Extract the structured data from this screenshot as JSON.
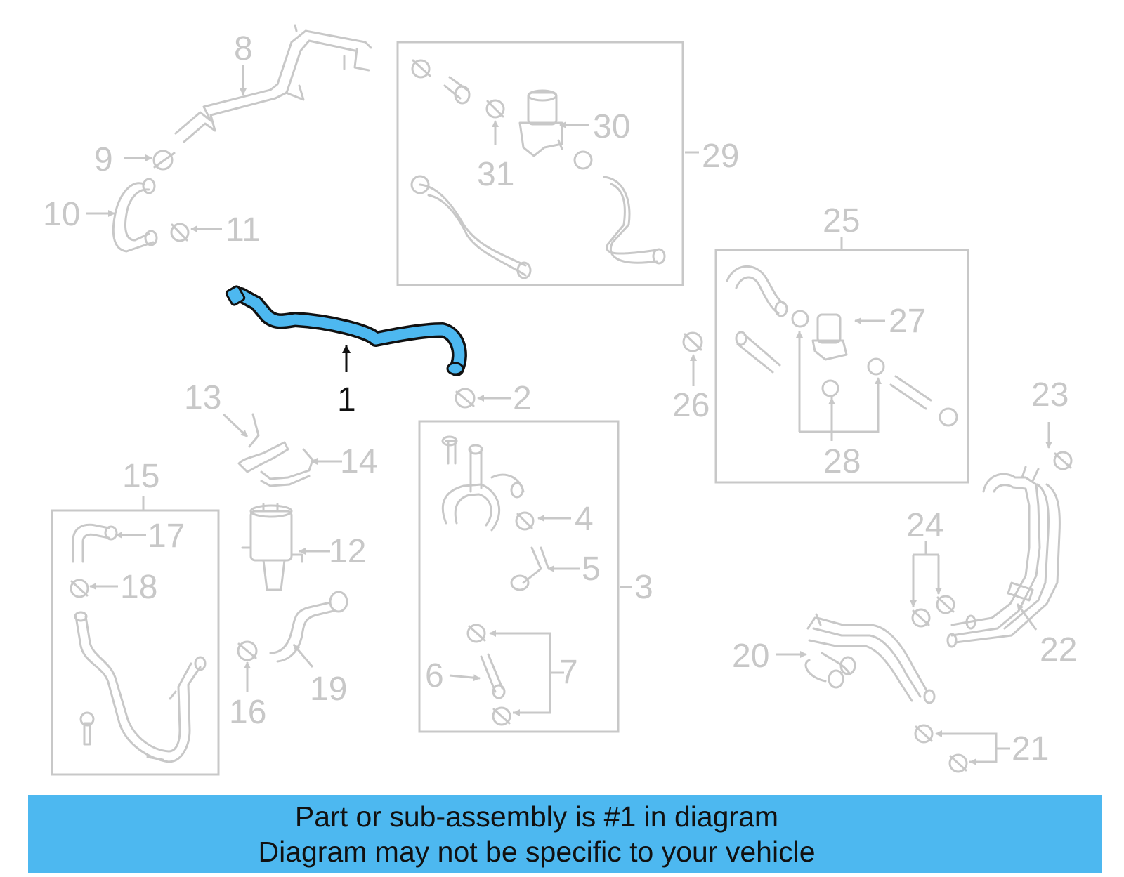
{
  "highlight_color": "#4db8f0",
  "part_line_color": "#c8c8c8",
  "callouts": {
    "n1": "1",
    "n2": "2",
    "n3": "3",
    "n4": "4",
    "n5": "5",
    "n6": "6",
    "n7": "7",
    "n8": "8",
    "n9": "9",
    "n10": "10",
    "n11": "11",
    "n12": "12",
    "n13": "13",
    "n14": "14",
    "n15": "15",
    "n16": "16",
    "n17": "17",
    "n18": "18",
    "n19": "19",
    "n20": "20",
    "n21": "21",
    "n22": "22",
    "n23": "23",
    "n24": "24",
    "n25": "25",
    "n26": "26",
    "n27": "27",
    "n28": "28",
    "n29": "29",
    "n30": "30",
    "n31": "31"
  },
  "banner": {
    "line1": "Part or sub-assembly is #1 in diagram",
    "line2": "Diagram may not be specific to your vehicle"
  }
}
